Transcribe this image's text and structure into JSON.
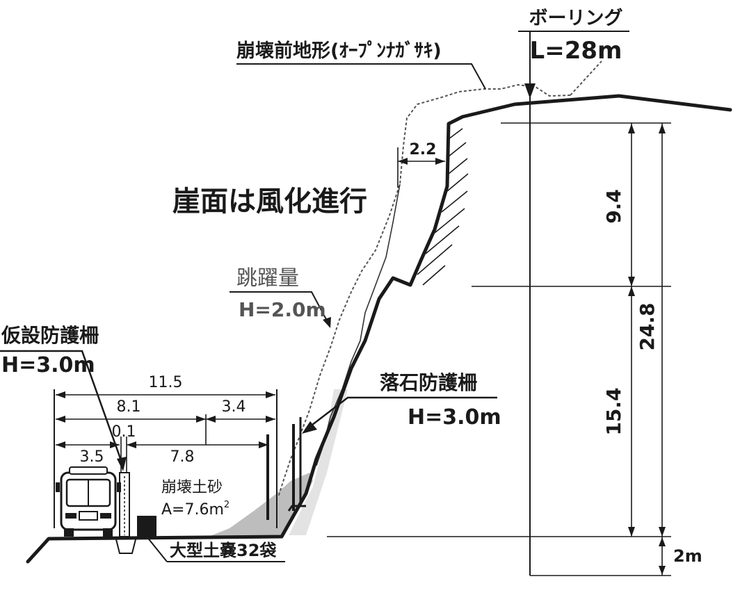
{
  "labels": {
    "boring_title": "ボーリング",
    "boring_length": "L=28m",
    "pre_collapse_terrain": "崩壊前地形(ｵｰﾌﾟﾝﾅｶﾞｻｷ)",
    "weathering_note": "崖面は風化進行",
    "jump_title": "跳躍量",
    "jump_height": "H=2.0m",
    "temp_fence_title": "仮設防護柵",
    "temp_fence_height": "H=3.0m",
    "rockfall_fence_title": "落石防護柵",
    "rockfall_fence_height": "H=3.0m",
    "debris_title": "崩壊土砂",
    "debris_area_prefix": "A=7.6m",
    "debris_area_exp": "2",
    "sandbags": "大型土嚢32袋"
  },
  "dimensions": {
    "overhang": "2.2",
    "upper_height": "9.4",
    "lower_height": "15.4",
    "total_height": "24.8",
    "below_road": "2m",
    "width_total": "11.5",
    "width_left": "8.1",
    "width_right": "3.4",
    "width_gap": "0.1",
    "width_lane": "3.5",
    "width_inner": "7.8"
  }
}
